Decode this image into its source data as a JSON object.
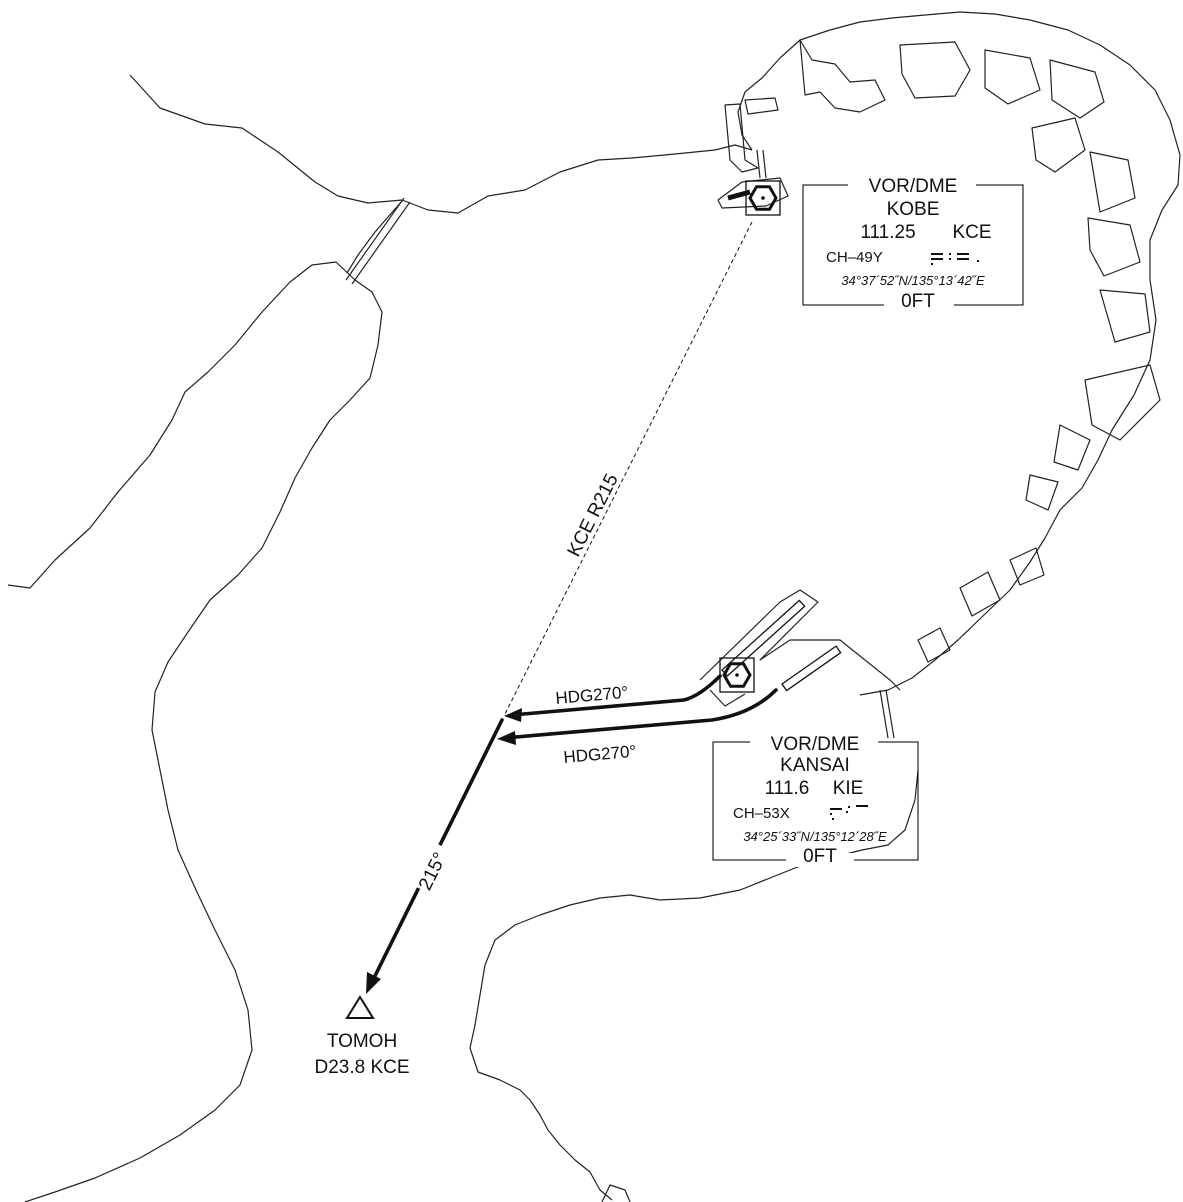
{
  "kobe": {
    "type": "VOR/DME",
    "name": "KOBE",
    "frequency": "111.25",
    "ident": "KCE",
    "channel": "CH–49Y",
    "coordinates": "34°37´52˝N/135°13´42˝E",
    "elevation": "0FT"
  },
  "kansai": {
    "type": "VOR/DME",
    "name": "KANSAI",
    "frequency": "111.6",
    "ident": "KIE",
    "channel": "CH–53X",
    "coordinates": "34°25´33˝N/135°12´28˝E",
    "elevation": "0FT"
  },
  "radial": {
    "label": "KCE R215"
  },
  "headings": {
    "upper": "HDG270°",
    "lower": "HDG270°"
  },
  "course": {
    "label": "215°"
  },
  "fix": {
    "name": "TOMOH",
    "distance": "D23.8 KCE"
  },
  "colors": {
    "ink": "#111111",
    "background": "#ffffff"
  }
}
